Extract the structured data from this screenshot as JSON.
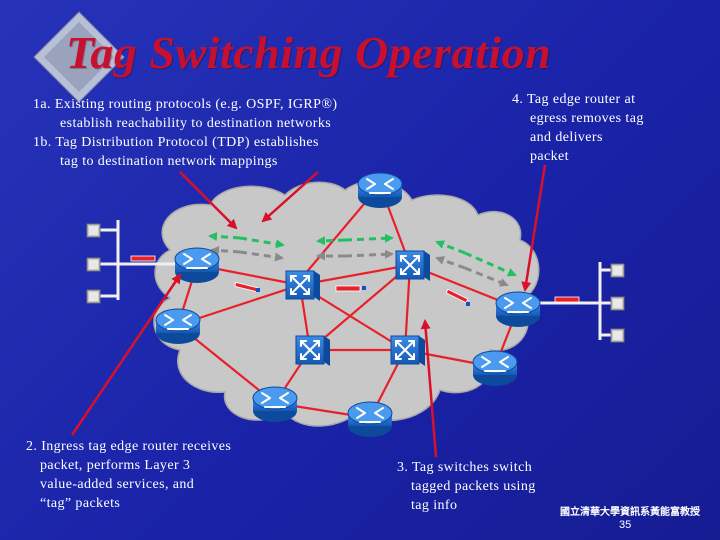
{
  "slide": {
    "title": "Tag Switching Operation",
    "page_number": "35",
    "credit": "國立清華大學資訊系黃能富教授"
  },
  "steps": {
    "step1a_line1": "1a. Existing routing protocols (e.g. OSPF, IGRP®)",
    "step1a_line2": "establish reachability to destination networks",
    "step1b_line1": "1b. Tag Distribution Protocol (TDP) establishes",
    "step1b_line2": "tag to destination network mappings",
    "step2_line1": "2. Ingress tag edge router receives",
    "step2_line2": "packet, performs Layer 3",
    "step2_line3": "value-added services, and",
    "step2_line4": "“tag” packets",
    "step3_line1": "3. Tag switches switch",
    "step3_line2": "tagged packets using",
    "step3_line3": "tag info",
    "step4_line1": "4. Tag edge router at",
    "step4_line2": "egress removes tag",
    "step4_line3": "and delivers",
    "step4_line4": "packet"
  },
  "colors": {
    "background": "#1f2aae",
    "title": "#c8102e",
    "text": "#ffffff",
    "cloud": "#c8c8c8",
    "links": "#e8202a",
    "arrows": "#d8102a",
    "tdp_arrows": "#22c060",
    "routing_arrows": "#8a8a8a",
    "device": "#1a6fd0"
  }
}
